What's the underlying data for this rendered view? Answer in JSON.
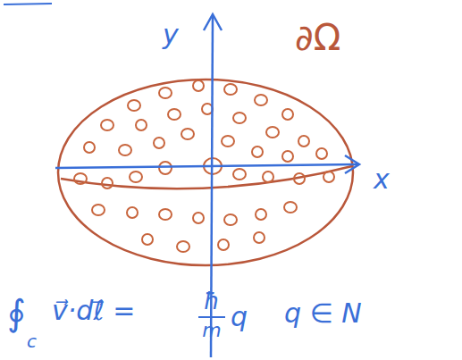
{
  "diagram": {
    "labels": [
      "y",
      "x",
      "∂Ω",
      "∮",
      "c",
      "v⃗·dℓ⃗ =",
      "ħ",
      "m",
      "q",
      "q ∈ N"
    ]
  }
}
